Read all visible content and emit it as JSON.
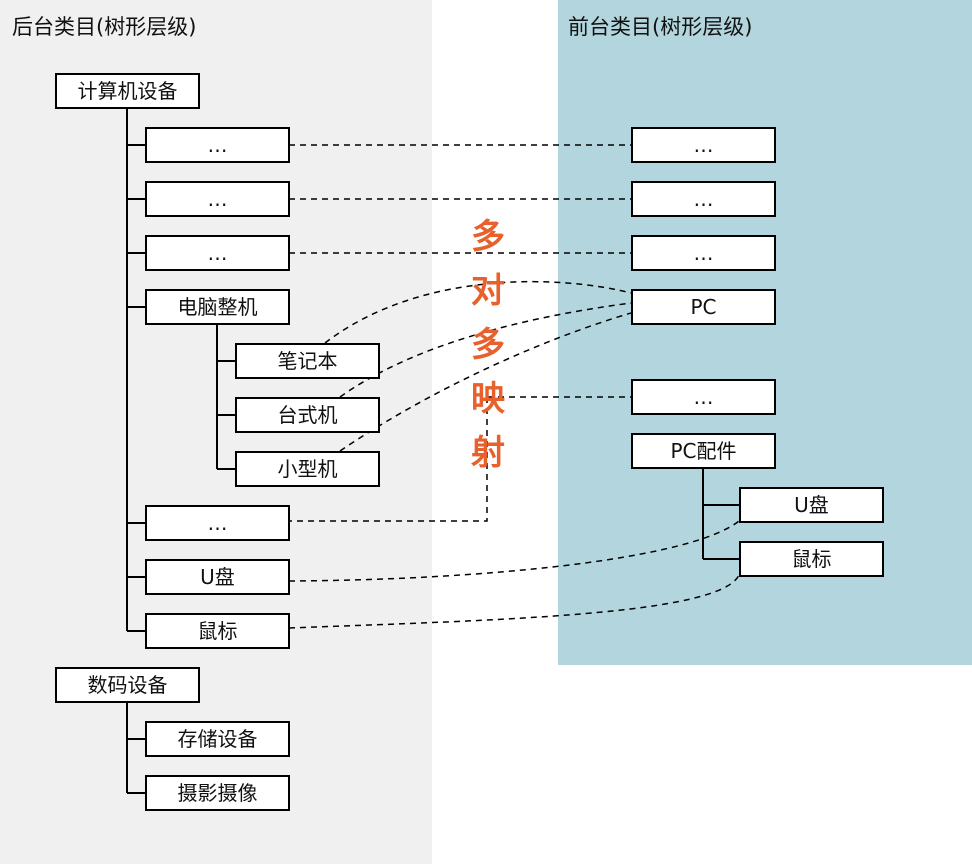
{
  "backend": {
    "title": "后台类目(树形层级)",
    "computer": {
      "label": "计算机设备",
      "children": [
        "…",
        "…",
        "…"
      ],
      "pc_whole": {
        "label": "电脑整机",
        "children": [
          "笔记本",
          "台式机",
          "小型机"
        ]
      },
      "more": "…",
      "udisk": "U盘",
      "mouse": "鼠标"
    },
    "digital": {
      "label": "数码设备",
      "children": [
        "存储设备",
        "摄影摄像"
      ]
    }
  },
  "frontend": {
    "title": "前台类目(树形层级)",
    "items": [
      "…",
      "…",
      "…"
    ],
    "pc": "PC",
    "more": "…",
    "pc_parts": {
      "label": "PC配件",
      "children": [
        "U盘",
        "鼠标"
      ]
    }
  },
  "annotation": {
    "chars": [
      "多",
      "对",
      "多",
      "映",
      "射"
    ]
  },
  "colors": {
    "backend_bg": "#f0f0f0",
    "frontend_bg": "#b3d6de",
    "annotation": "#e8612c",
    "line": "#000000"
  }
}
